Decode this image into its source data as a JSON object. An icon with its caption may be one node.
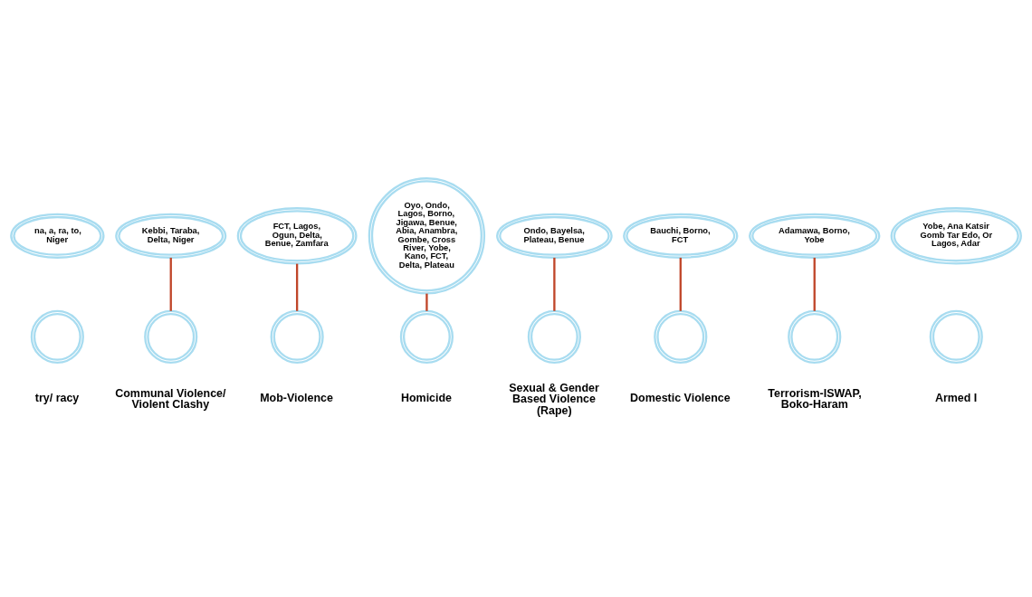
{
  "diagram": {
    "nodes": [
      {
        "text": [
          "na, a, ra, to, Niger"
        ]
      },
      {
        "text": [],
        "shape": "circle",
        "beside": [
          "try/ racy"
        ]
      },
      {
        "text": [
          "Kebbi, Taraba, Delta, Niger"
        ]
      },
      {
        "text": [],
        "shape": "circle",
        "beside": [
          "Communal Violence/ Violent Clashy"
        ]
      },
      {
        "text": [
          "FCT, Lagos, Ogun, Delta, Benue, Zamfara"
        ]
      },
      {
        "text": [],
        "shape": "circle",
        "beside": [
          "Mob-Violence"
        ]
      },
      {
        "text": [
          "Oyo, Ondo, Lagos, Borno, Jigawa, Benue, Abia, Anambra, Gombe, Cross River, Yobe, Kano, FCT, Delta, Plateau"
        ]
      },
      {
        "text": [],
        "shape": "circle",
        "beside": [
          "Homicide"
        ]
      },
      {
        "text": [
          "Ondo, Bayelsa, Plateau, Benue"
        ]
      },
      {
        "text": [],
        "shape": "circle",
        "beside": [
          "Sexual & Gender Based Violence (Rape)"
        ]
      },
      {
        "text": [
          "Bauchi, Borno, FCT"
        ]
      },
      {
        "text": [],
        "shape": "circle",
        "beside": [
          "Domestic Violence"
        ]
      },
      {
        "text": [
          "Adamawa, Borno, Yobe"
        ]
      },
      {
        "text": [],
        "shape": "circle",
        "beside": [
          "Terrorism-ISWAP, Boko-Haram"
        ]
      },
      {
        "text": [
          "Yobe, Ana Katsir Gomb Tar Edo, Or Lagos, Adar"
        ]
      },
      {
        "text": [],
        "shape": "circle",
        "beside": [
          "Armed I"
        ]
      }
    ],
    "edges": [
      {
        "from": 2,
        "to": 3,
        "arrow": "none"
      },
      {
        "from": 4,
        "to": 5,
        "arrow": "none"
      },
      {
        "from": 6,
        "to": 7,
        "arrow": "none"
      },
      {
        "from": 8,
        "to": 9,
        "arrow": "none"
      },
      {
        "from": 10,
        "to": 11,
        "arrow": "none"
      },
      {
        "from": 12,
        "to": 13,
        "arrow": "none"
      }
    ]
  }
}
